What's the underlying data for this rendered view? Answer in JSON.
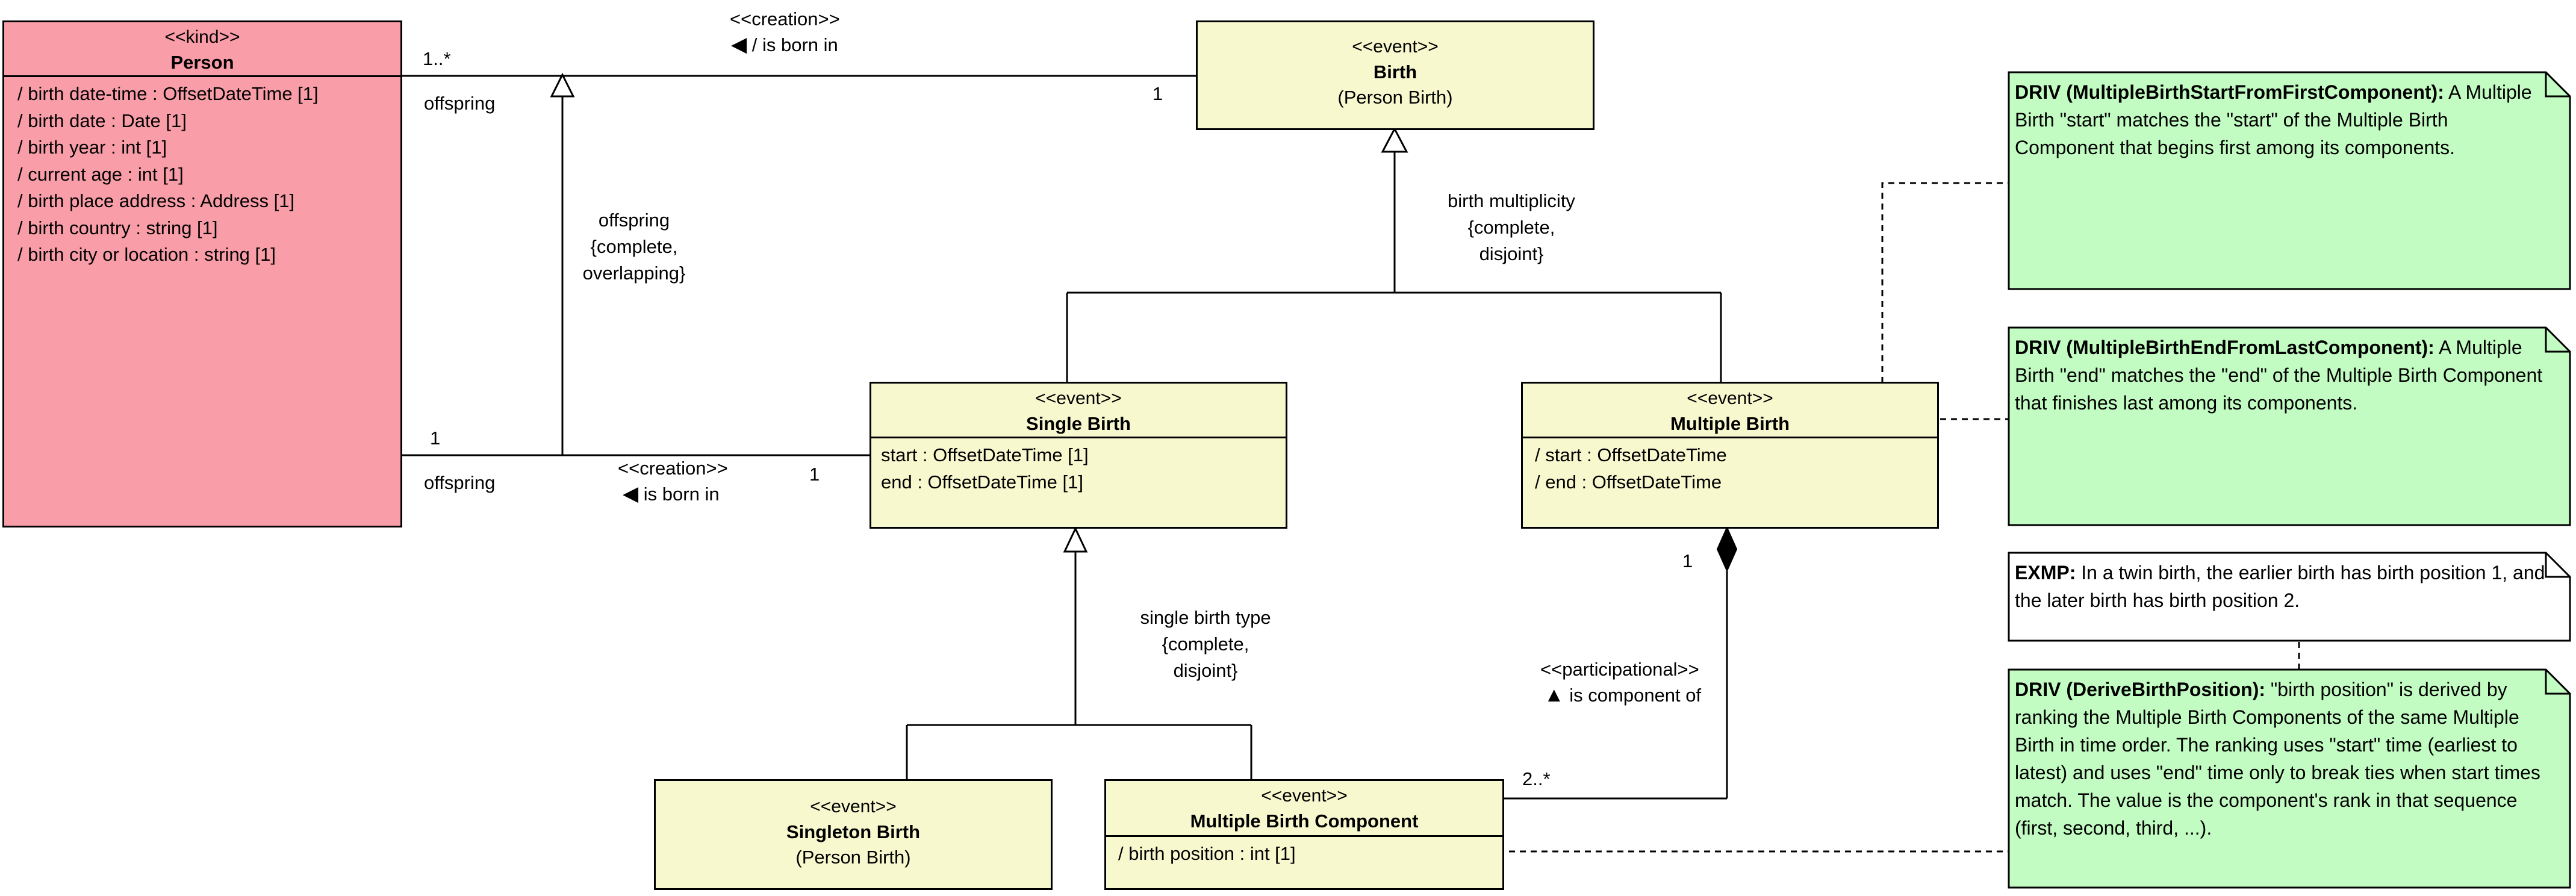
{
  "colors": {
    "kind": "#f99da8",
    "event": "#f8f8cf",
    "driv_note": "#c2fcc2",
    "exmp_note": "#ffffff"
  },
  "classes": {
    "person": {
      "stereotype": "<<kind>>",
      "name": "Person",
      "attributes": [
        "/ birth date-time : OffsetDateTime [1]",
        "/ birth date : Date [1]",
        "/ birth year : int [1]",
        "/ current age : int [1]",
        "/ birth place address : Address [1]",
        "/ birth country : string [1]",
        "/ birth city or location : string [1]"
      ]
    },
    "birth": {
      "stereotype": "<<event>>",
      "name": "Birth",
      "subtitle": "(Person Birth)"
    },
    "single_birth": {
      "stereotype": "<<event>>",
      "name": "Single Birth",
      "attributes": [
        "start : OffsetDateTime [1]",
        "end : OffsetDateTime [1]"
      ]
    },
    "multiple_birth": {
      "stereotype": "<<event>>",
      "name": "Multiple Birth",
      "attributes": [
        "/ start : OffsetDateTime",
        "/ end : OffsetDateTime"
      ]
    },
    "singleton_birth": {
      "stereotype": "<<event>>",
      "name": "Singleton Birth",
      "subtitle": "(Person Birth)"
    },
    "multiple_birth_component": {
      "stereotype": "<<event>>",
      "name": "Multiple Birth Component",
      "attributes": [
        "/ birth position : int [1]"
      ]
    }
  },
  "labels": {
    "top_creation": "<<creation>>",
    "top_born_in": "/ is born in",
    "top_mult_person": "1..*",
    "top_role_person": "offspring",
    "top_mult_birth": "1",
    "gs_offspring": [
      "offspring",
      "{complete,",
      "overlapping}"
    ],
    "bottom_mult_person": "1",
    "bottom_role_person": "offspring",
    "bottom_creation": "<<creation>>",
    "bottom_born_in": "is born in",
    "bottom_mult_single": "1",
    "gs_birth_multiplicity": [
      "birth multiplicity",
      "{complete,",
      "disjoint}"
    ],
    "gs_single_birth_type": [
      "single birth type",
      "{complete,",
      "disjoint}"
    ],
    "comp_mult_whole": "1",
    "comp_mult_part": "2..*",
    "comp_participational": "<<participational>>",
    "comp_is_component_of": "is component of"
  },
  "notes": {
    "driv_start": {
      "title": "DRIV (MultipleBirthStartFromFirstComponent):",
      "text": "A Multiple Birth \"start\" matches the \"start\" of the Multiple Birth Component that begins first among its components."
    },
    "driv_end": {
      "title": "DRIV (MultipleBirthEndFromLastComponent):",
      "text": "A Multiple Birth \"end\" matches the \"end\" of the Multiple Birth Component that finishes last among its components."
    },
    "exmp": {
      "title": "EXMP:",
      "text": "In a twin birth, the earlier birth has birth position 1, and the later birth has birth position 2."
    },
    "driv_position": {
      "title": "DRIV (DeriveBirthPosition):",
      "text": "\"birth position\" is derived by ranking the Multiple Birth Components of the same Multiple Birth in time order. The ranking uses \"start\" time (earliest to latest) and uses \"end\" time only to break ties when start times match. The value is the component's rank in that sequence (first, second, third, ...)."
    }
  }
}
